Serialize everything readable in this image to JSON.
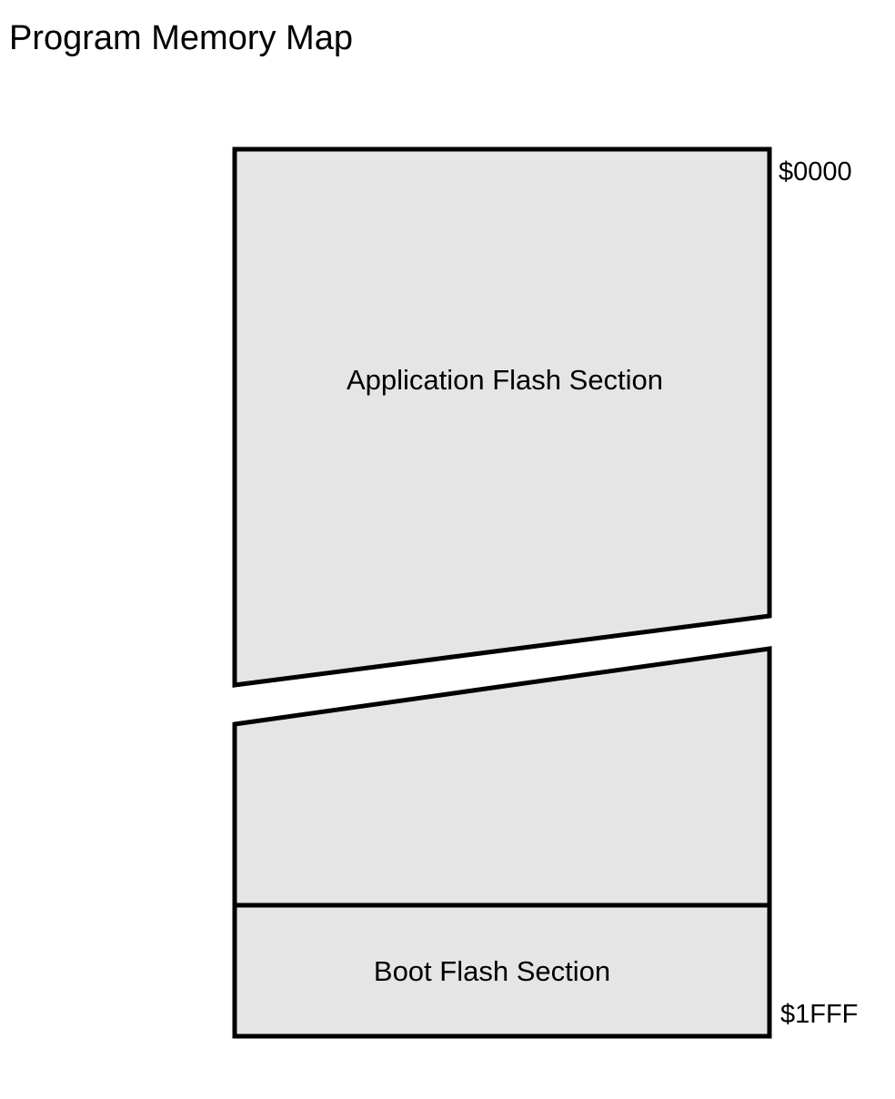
{
  "title": "Program Memory Map",
  "sections": {
    "application": {
      "label": "Application Flash Section"
    },
    "boot": {
      "label": "Boot Flash Section"
    }
  },
  "addresses": {
    "start": "$0000",
    "end": "$1FFF"
  },
  "colors": {
    "section_fill": "#e5e5e5",
    "outline": "#000000",
    "background": "#ffffff"
  }
}
